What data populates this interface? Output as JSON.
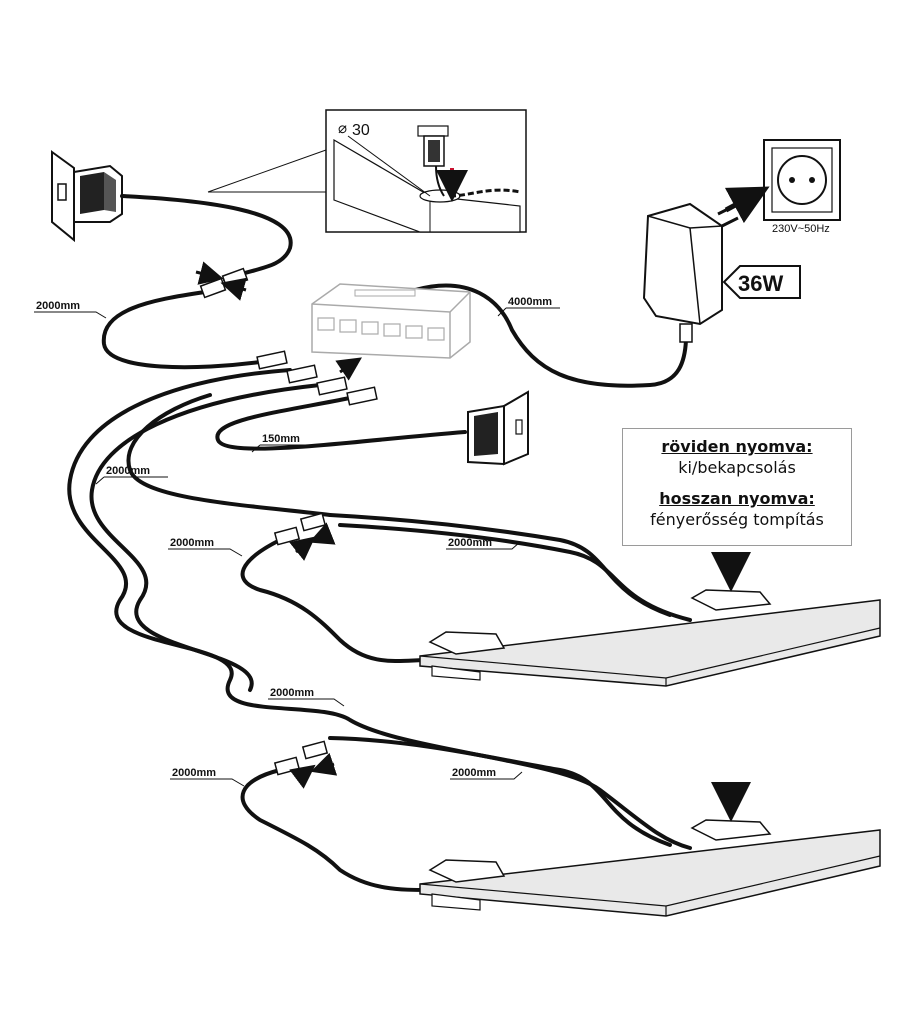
{
  "cable_labels": {
    "top_left": "2000mm",
    "power": "4000mm",
    "short": "150mm",
    "long_left": "2000mm",
    "shelf1_left": "2000mm",
    "shelf1_right": "2000mm",
    "mid": "2000mm",
    "shelf2_left": "2000mm",
    "shelf2_right": "2000mm"
  },
  "hole": {
    "diameter_symbol": "⌀",
    "diameter_value": "30"
  },
  "outlet": {
    "rating": "230V~50Hz"
  },
  "adapter": {
    "power": "36W"
  },
  "info_box": {
    "short_press_title": "röviden nyomva:",
    "short_press_action": "ki/bekapcsolás",
    "long_press_title": "hosszan nyomva:",
    "long_press_action": "fényerősség tompítás"
  }
}
